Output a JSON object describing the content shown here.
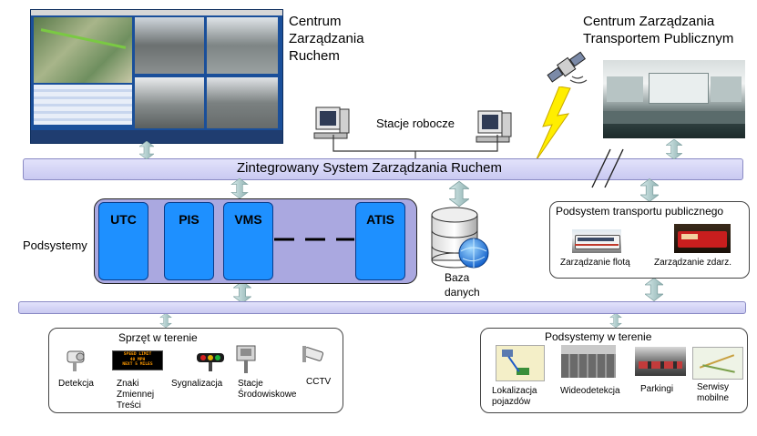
{
  "centers": {
    "traffic_title": "Centrum\nZarządzania\nRuchem",
    "transport_title": "Centrum Zarządzania\nTransportem Publicznym"
  },
  "workstations_label": "Stacje robocze",
  "integrated_bar_label": "Zintegrowany System Zarządzania Ruchem",
  "subsystems": {
    "label": "Podsystemy",
    "modules": [
      "UTC",
      "PIS",
      "VMS",
      "ATIS"
    ]
  },
  "database_label": "Baza\ndanych",
  "public_transport": {
    "title": "Podsystem transportu publicznego",
    "items": [
      "Zarządzanie flotą",
      "Zarządzanie zdarz."
    ]
  },
  "field_hardware": {
    "title": "Sprzęt w terenie",
    "items": [
      "Detekcja",
      "Znaki\nZmiennej\nTreści",
      "Sygnalizacja",
      "Stacje\nŚrodowiskowe",
      "CCTV"
    ],
    "vms_sign_text": "SPEED LIMIT\n40 MPH\nNEXT 5 MILES"
  },
  "field_subsystems": {
    "title": "Podsystemy w terenie",
    "items": [
      "Lokalizacja\npojazdów",
      "Wideodetekcja",
      "Parkingi",
      "Serwisy\nmobilne"
    ]
  },
  "colors": {
    "module_blue": "#1e90ff",
    "subsystem_panel": "#aaa8e0",
    "bar": "#d4d4f7",
    "arrow": "#b9d3d3",
    "lightning": "#ffee00"
  }
}
